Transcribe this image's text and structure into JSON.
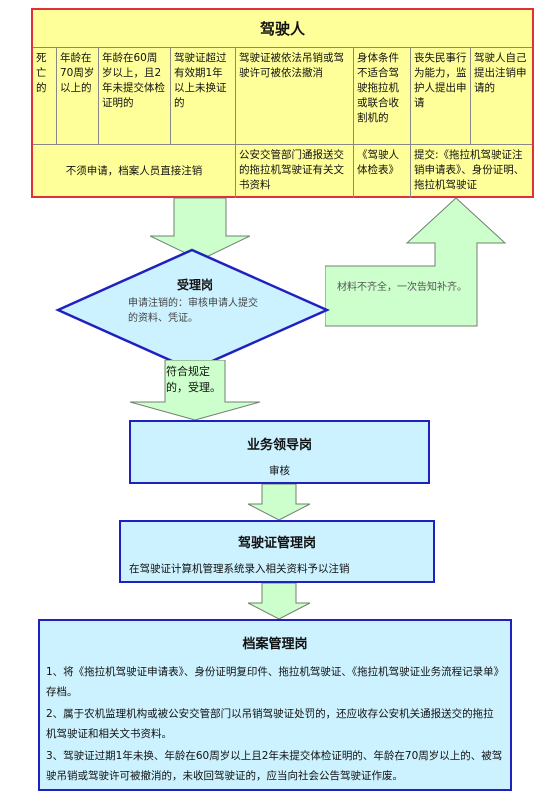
{
  "top": {
    "title": "驾驶人",
    "conditions": [
      "死亡的",
      "年龄在70周岁以上的",
      "年龄在60周岁以上，且2年未提交体检证明的",
      "驾驶证超过有效期1年以上未换证的",
      "驾驶证被依法吊销或驾驶许可被依法撤消",
      "身体条件不适合驾驶拖拉机或联合收割机的",
      "丧失民事行为能力，监护人提出申请",
      "驾驶人自己提出注销申请的"
    ],
    "row2": [
      "不须申请，档案人员直接注销",
      "公安交管部门通报送交的拖拉机驾驶证有关文书资料",
      "《驾驶人体检表》",
      "提交:《拖拉机驾驶证注销申请表》、身份证明、拖拉机驾驶证"
    ]
  },
  "accept": {
    "title": "受理岗",
    "text": "申请注销的：审核申请人提交的资料、凭证。"
  },
  "incomplete_note": "材料不齐全，一次告知补齐。",
  "qualified_note": "符合规定的，受理。",
  "leader": {
    "title": "业务领导岗",
    "text": "审核"
  },
  "license_mgr": {
    "title": "驾驶证管理岗",
    "text": "在驾驶证计算机管理系统录入相关资料予以注销"
  },
  "archive": {
    "title": "档案管理岗",
    "items": [
      "1、将《拖拉机驾驶证申请表》、身份证明复印件、拖拉机驾驶证、《拖拉机驾驶证业务流程记录单》存档。",
      "2、属于农机监理机构或被公安交管部门以吊销驾驶证处罚的，还应收存公安机关通报送交的拖拉机驾驶证和相关文书资料。",
      "3、驾驶证过期1年未换、年龄在60周岁以上且2年未提交体检证明的、年龄在70周岁以上的、被驾驶吊销或驾驶许可被撤消的，未收回驾驶证的，应当向社会公告驾驶证作废。"
    ]
  },
  "colors": {
    "border_red": "#e0303a",
    "fill_yellow": "#ffff99",
    "fill_blue": "#ccf2ff",
    "arrow_green": "#ccffcc"
  }
}
